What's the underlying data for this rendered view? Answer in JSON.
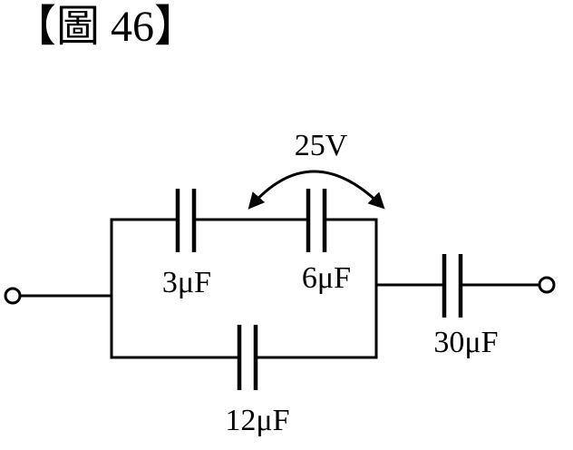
{
  "figure": {
    "title": "【圖 46】"
  },
  "circuit": {
    "voltage_label": "25V",
    "capacitors": [
      {
        "id": "c1",
        "label": "3μF"
      },
      {
        "id": "c2",
        "label": "6μF"
      },
      {
        "id": "c3",
        "label": "12μF"
      },
      {
        "id": "c4",
        "label": "30μF"
      }
    ]
  }
}
